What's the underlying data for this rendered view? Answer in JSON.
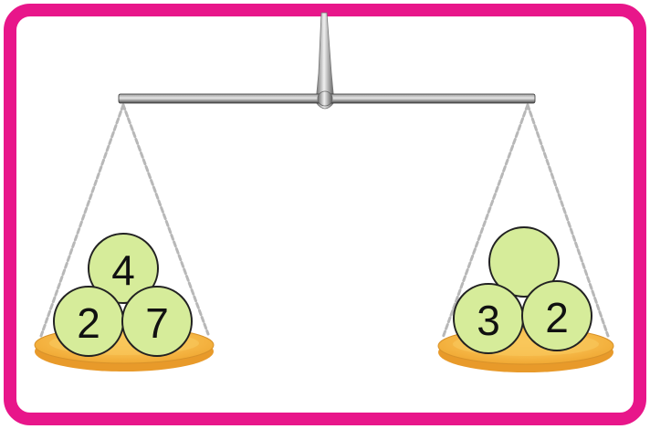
{
  "colors": {
    "frame": "#e8168a",
    "background": "#ffffff",
    "beam": "#3a3a3a",
    "chain": "#bdbdbd",
    "pan": "#f5b942",
    "ball_fill": "#d6ec9a",
    "ball_stroke": "#222222"
  },
  "left_pan": {
    "balls": [
      {
        "label": "4"
      },
      {
        "label": "2"
      },
      {
        "label": "7"
      }
    ]
  },
  "right_pan": {
    "balls": [
      {
        "label": ""
      },
      {
        "label": "3"
      },
      {
        "label": "2"
      }
    ]
  }
}
